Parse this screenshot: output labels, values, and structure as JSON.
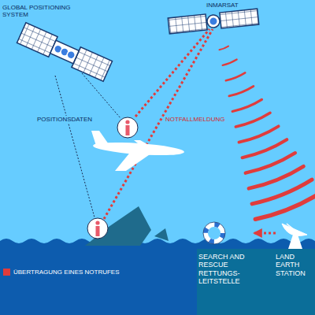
{
  "diagram": {
    "nodes": [
      {
        "text": [
          "GLOBAL POSITIONING SYSTEM"
        ]
      },
      {
        "text": [
          "INMARSAT"
        ]
      },
      {
        "text": [
          "SEARCH AND RESCUE RETTUNGS-LEITSTELLE"
        ]
      },
      {
        "text": [
          "LAND EARTH STATION"
        ]
      }
    ],
    "edges": [
      {
        "from": 3,
        "to": 2,
        "arrow": "to"
      }
    ],
    "labels": [
      "POSITIONSDATEN",
      "NOTFALLMELDUNG"
    ],
    "legend": [
      {
        "text": "ÜBERTRAGUNG EINES NOTRUFES",
        "color": "#e03c3c"
      }
    ]
  }
}
